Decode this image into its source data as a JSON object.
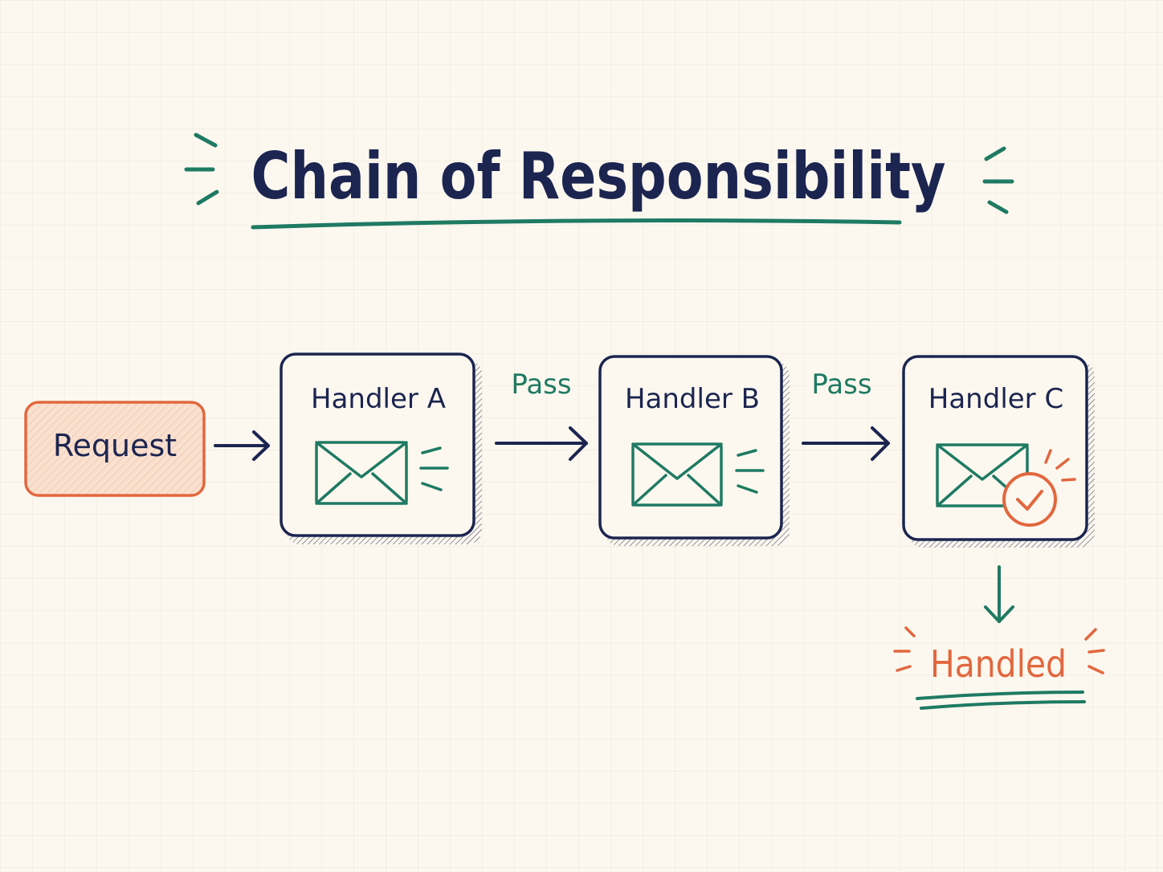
{
  "title": "Chain of Responsibility",
  "request": {
    "label": "Request"
  },
  "handlers": [
    {
      "label": "Handler A"
    },
    {
      "label": "Handler B"
    },
    {
      "label": "Handler C"
    }
  ],
  "pass_labels": [
    "Pass",
    "Pass"
  ],
  "result": {
    "label": "Handled"
  },
  "colors": {
    "navy": "#1c2550",
    "green": "#1f7a63",
    "orange": "#e2673e",
    "request_fill": "#f9e0cf",
    "background": "#fcf8ef"
  },
  "icons": [
    "envelope-icon",
    "envelope-icon",
    "envelope-check-icon"
  ]
}
